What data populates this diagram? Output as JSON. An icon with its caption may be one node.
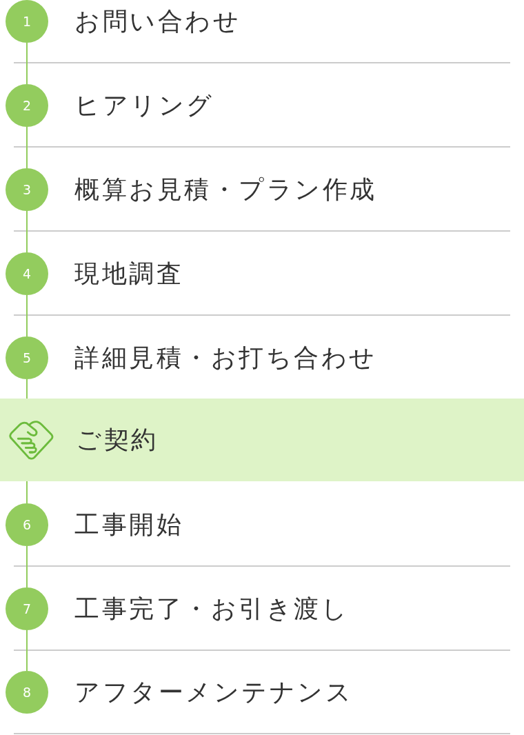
{
  "diagram": {
    "nodes": [
      {
        "text": [
          "1"
        ],
        "beside": [
          "お問い合わせ"
        ]
      },
      {
        "text": [
          "2"
        ],
        "beside": [
          "ヒアリング"
        ]
      },
      {
        "text": [
          "3"
        ],
        "beside": [
          "概算お見積・プラン作成"
        ]
      },
      {
        "text": [
          "4"
        ],
        "beside": [
          "現地調査"
        ]
      },
      {
        "text": [
          "5"
        ],
        "beside": [
          "詳細見積・お打ち合わせ"
        ]
      },
      {
        "text": [
          "ご契約"
        ]
      },
      {
        "text": [],
        "shape": "picture",
        "in": 5
      },
      {
        "text": [
          "6"
        ],
        "beside": [
          "工事開始"
        ]
      },
      {
        "text": [
          "7"
        ],
        "beside": [
          "工事完了・お引き渡し"
        ]
      },
      {
        "text": [
          "8"
        ],
        "beside": [
          "アフターメンテナンス"
        ]
      }
    ],
    "edges": [
      {
        "from": 0,
        "to": 1,
        "arrow": "none"
      },
      {
        "from": 1,
        "to": 2,
        "arrow": "none"
      },
      {
        "from": 2,
        "to": 3,
        "arrow": "none"
      },
      {
        "from": 3,
        "to": 4,
        "arrow": "none"
      },
      {
        "from": 4,
        "to": 5,
        "arrow": "none"
      },
      {
        "from": 5,
        "to": 7,
        "arrow": "none"
      },
      {
        "from": 7,
        "to": 8,
        "arrow": "none"
      },
      {
        "from": 8,
        "to": 9,
        "arrow": "none"
      }
    ]
  }
}
